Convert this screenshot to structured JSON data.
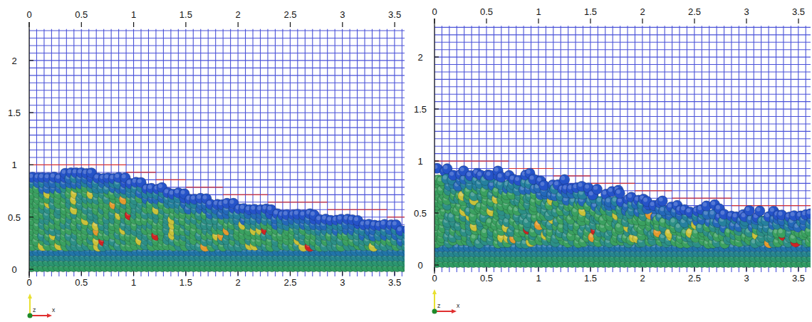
{
  "diagram": {
    "labels": [
      "0",
      "0.5",
      "1",
      "1.5",
      "2",
      "2.5",
      "3",
      "3.5",
      "2",
      "1.5",
      "1",
      "0.5",
      "0",
      "0",
      "0.5",
      "1",
      "1.5",
      "2",
      "2.5",
      "3",
      "3.5",
      "z",
      "x",
      "0",
      "0.5",
      "1",
      "1.5",
      "2",
      "2.5",
      "3",
      "3.5",
      "2",
      "1.5",
      "1",
      "0.5",
      "0",
      "0",
      "0.5",
      "1",
      "1.5",
      "2",
      "2.5",
      "3",
      "3.5",
      "z",
      "x"
    ]
  }
}
